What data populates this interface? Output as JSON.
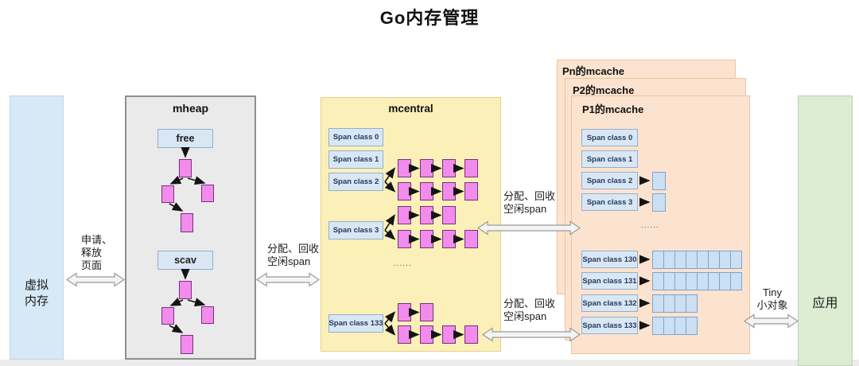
{
  "title": "Go内存管理",
  "colors": {
    "vm-fill": "#D7E9F6",
    "vm-border": "#BCD8EC",
    "mheap-fill": "#EAEAEA",
    "mheap-border": "#8F8F8F",
    "labelbox-fill": "#D9E7F5",
    "labelbox-border": "#94AFCB",
    "pink-fill": "#F18CEC",
    "pink-border": "#7A2F7A",
    "mcentral-fill": "#FBF0B8",
    "mcentral-border": "#E2D28C",
    "mcache-fill": "#FBE3CF",
    "mcache-border": "#ECC39C",
    "cell-fill": "#CCE0F4",
    "cell-border": "#7FA3CE",
    "app-fill": "#DCEDD3",
    "app-border": "#B9D3AB",
    "bigarrow-fill": "#F4F4F4",
    "bigarrow-stroke": "#9A9A9A",
    "arrow-ink": "#141414"
  },
  "virtual_memory": {
    "lines": [
      "虚拟",
      "内存"
    ]
  },
  "application": {
    "label": "应用"
  },
  "mheap": {
    "title": "mheap",
    "trees": [
      {
        "label": "free"
      },
      {
        "label": "scav"
      }
    ]
  },
  "mcentral": {
    "title": "mcentral",
    "ellipsis": "......",
    "rows": [
      {
        "label": "Span class 0",
        "lists": []
      },
      {
        "label": "Span class 1",
        "lists": []
      },
      {
        "label": "Span class 2",
        "lists": [
          4,
          4
        ]
      },
      {
        "label": "Span class 3",
        "lists": [
          3,
          4
        ]
      },
      {
        "label": "Span class 133",
        "lists": [
          2,
          4
        ]
      }
    ]
  },
  "mcache": {
    "titles": [
      "Pn的mcache",
      "P2的mcache",
      "P1的mcache"
    ],
    "ellipsis": "......",
    "rows": [
      {
        "label": "Span class 0",
        "cells": 0
      },
      {
        "label": "Span class 1",
        "cells": 0
      },
      {
        "label": "Span class 2",
        "cells": 1
      },
      {
        "label": "Span class 3",
        "cells": 1
      },
      {
        "label": "Span class 130",
        "cells": 8
      },
      {
        "label": "Span class 131",
        "cells": 8
      },
      {
        "label": "Span class 132",
        "cells": 4
      },
      {
        "label": "Span class 133",
        "cells": 4
      }
    ]
  },
  "arrows": {
    "vm_mheap": {
      "lines": [
        "申请、",
        "释放",
        "页面"
      ]
    },
    "mheap_mcentral": {
      "lines": [
        "分配、回收",
        "空闲span"
      ]
    },
    "mcentral_mcache_top": {
      "lines": [
        "分配、回收",
        "空闲span"
      ]
    },
    "mcentral_mcache_bottom": {
      "lines": [
        "分配、回收",
        "空闲span"
      ]
    },
    "mcache_app": {
      "lines": [
        "Tiny",
        "小对象"
      ]
    }
  }
}
